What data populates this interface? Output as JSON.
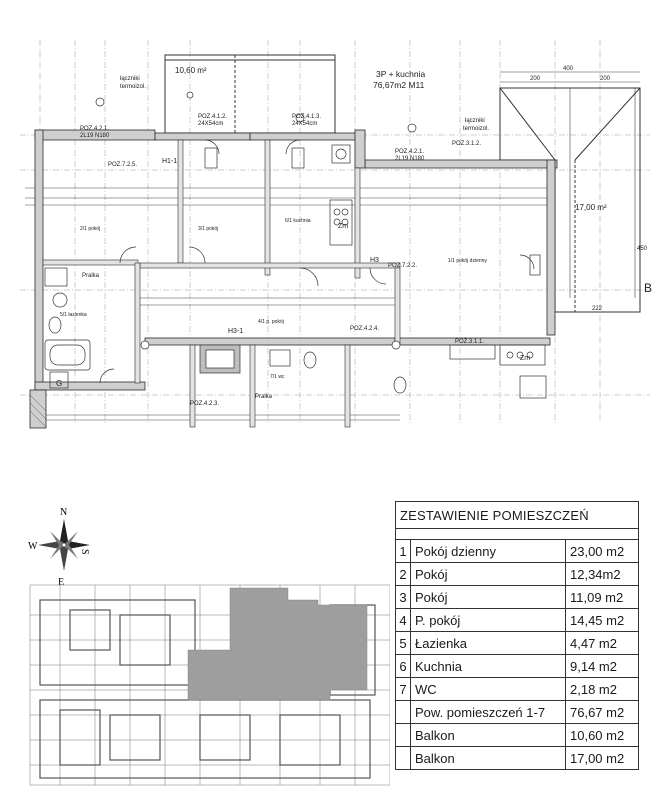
{
  "plan": {
    "unit_label": "3P + kuchnia",
    "unit_area": "76,67m2 M11",
    "balcony_top_area": "10,60 m²",
    "balcony_right_area": "17,00 m²",
    "b_mark": "B",
    "labels": {
      "poz_421": "POZ.4.2.1.",
      "poz_421_sub": "2L19 N180",
      "poz_412": "POZ.4.1.2.",
      "poz_412_sub": "24X54cm",
      "poz_413": "POZ.4.1.3.",
      "poz_413_sub": "24X54cm",
      "poz_421b": "POZ.4.2.1.",
      "poz_421b_sub": "2L19 N180",
      "poz_312": "POZ.3.1.2.",
      "poz_725": "POZ.7.2.5.",
      "poz_722": "POZ.7.2.2.",
      "poz_424": "POZ.4.2.4.",
      "poz_311": "POZ.3.1.1.",
      "poz_423": "POZ.4.2.3.",
      "lacznik_1": "łączniki",
      "lacznik_1b": "termoizol.",
      "lacznik_2": "łączniki",
      "lacznik_2b": "termoizol.",
      "h1": "H1-1",
      "h3": "H3-1",
      "h3b": "H3",
      "zm1": "Zm",
      "zm2": "Zm",
      "pralka1": "Pralka",
      "pralka2": "Pralka",
      "dim_400": "400",
      "dim_200a": "200",
      "dim_200b": "200",
      "dim_450": "450",
      "dim_222": "222",
      "room1": "1/1 pokój dzienny",
      "room2": "2/1 pokój",
      "room3": "3/1 pokój",
      "room4": "4/1 p. pokój",
      "room5": "5/1 łazienka",
      "room6": "6/1 kuchnia",
      "room7": "7/1 wc",
      "g_mark": "G"
    }
  },
  "compass": {
    "n": "N",
    "s": "S",
    "e": "E",
    "w": "W"
  },
  "table": {
    "title": "ZESTAWIENIE POMIESZCZEŃ",
    "rows": [
      {
        "no": "1",
        "name": "Pokój dzienny",
        "area": "23,00 m2"
      },
      {
        "no": "2",
        "name": "Pokój",
        "area": "12,34m2"
      },
      {
        "no": "3",
        "name": "Pokój",
        "area": "11,09 m2"
      },
      {
        "no": "4",
        "name": "P. pokój",
        "area": "14,45 m2"
      },
      {
        "no": "5",
        "name": "Łazienka",
        "area": "4,47 m2"
      },
      {
        "no": "6",
        "name": "Kuchnia",
        "area": "9,14 m2"
      },
      {
        "no": "7",
        "name": "WC",
        "area": "2,18 m2"
      }
    ],
    "total": {
      "name": "Pow. pomieszczeń 1-7",
      "area": "76,67 m2"
    },
    "extras": [
      {
        "name": "Balkon",
        "area": "10,60 m2"
      },
      {
        "name": "Balkon",
        "area": "17,00 m2"
      }
    ]
  },
  "colors": {
    "line": "#2a2a2a",
    "wall": "#cfcfcf",
    "grid": "#9a9a9a",
    "highlight": "#9e9e9e"
  }
}
